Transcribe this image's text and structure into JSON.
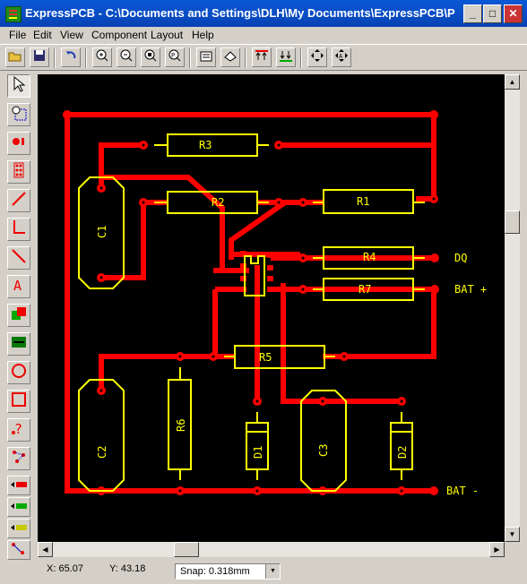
{
  "window": {
    "title": "ExpressPCB - C:\\Documents and Settings\\DLH\\My Documents\\ExpressPCB\\Pr...",
    "minimize": "_",
    "maximize": "□",
    "close": "✕"
  },
  "menu": [
    "File",
    "Edit",
    "View",
    "Component",
    "Layout",
    "Help"
  ],
  "toolbar": {
    "buttons": [
      "open-icon",
      "save-icon",
      "undo-icon",
      "zoom-in-icon",
      "zoom-out-icon",
      "zoom-window-icon",
      "zoom-page-icon",
      "properties-icon",
      "layer-icon",
      "top-layer-icon",
      "bottom-layer-icon",
      "move-icon",
      "rotate-icon"
    ]
  },
  "tools": [
    "select-tool",
    "zoom-select-tool",
    "pad-tool",
    "component-tool",
    "trace-tool",
    "trace-corner-tool",
    "trace-diagonal-tool",
    "text-tool",
    "layer-tool",
    "ground-plane-tool",
    "circle-tool",
    "rectangle-tool",
    "help-tool",
    "net-tool",
    "top-layer-tool",
    "bottom-layer-tool",
    "silkscreen-tool",
    "autoroute-tool"
  ],
  "pcb": {
    "components": {
      "R1": "R1",
      "R2": "R2",
      "R3": "R3",
      "R4": "R4",
      "R5": "R5",
      "R6": "R6",
      "R7": "R7",
      "C1": "C1",
      "C2": "C2",
      "C3": "C3",
      "D1": "D1",
      "D2": "D2"
    },
    "labels": {
      "DQ": "DQ",
      "BAT_PLUS": "BAT +",
      "BAT_MINUS": "BAT -"
    },
    "colors": {
      "trace": "#ff0000",
      "silkscreen": "#ffff00",
      "pad": "#ff0000",
      "board": "#000000"
    }
  },
  "status": {
    "x": "X: 65.07",
    "y": "Y: 43.18",
    "snap_label": "Snap:",
    "snap_value": "0.318mm"
  }
}
